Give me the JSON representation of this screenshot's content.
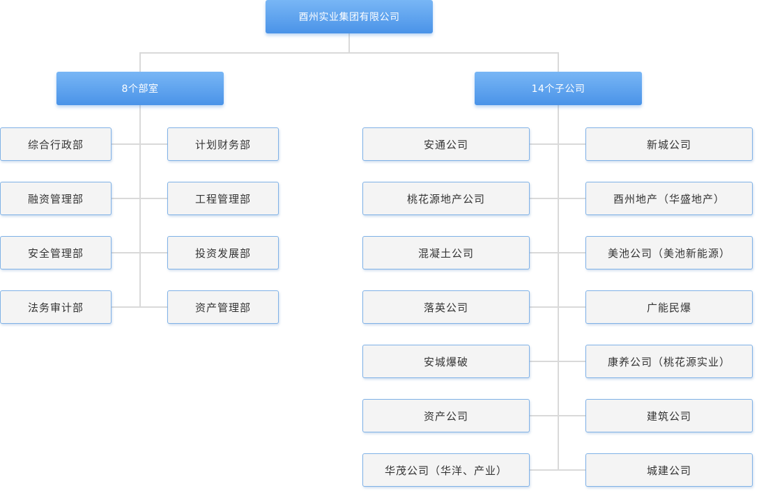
{
  "root": {
    "label": "酉州实业集团有限公司"
  },
  "branches": [
    {
      "label": "8个部室",
      "items": [
        "综合行政部",
        "计划财务部",
        "融资管理部",
        "工程管理部",
        "安全管理部",
        "投资发展部",
        "法务审计部",
        "资产管理部"
      ]
    },
    {
      "label": "14个子公司",
      "items": [
        "安通公司",
        "新城公司",
        "桃花源地产公司",
        "酉州地产（华盛地产）",
        "混凝土公司",
        "美池公司（美池新能源）",
        "落英公司",
        "广能民爆",
        "安城爆破",
        "康养公司（桃花源实业）",
        "资产公司",
        "建筑公司",
        "华茂公司（华洋、产业）",
        "城建公司"
      ]
    }
  ],
  "colors": {
    "header_top": "#78b6f5",
    "header_bottom": "#4a93e8",
    "node_bg": "#f4f4f4",
    "node_border": "#7fb1e6",
    "connector": "#d9d9d9"
  }
}
